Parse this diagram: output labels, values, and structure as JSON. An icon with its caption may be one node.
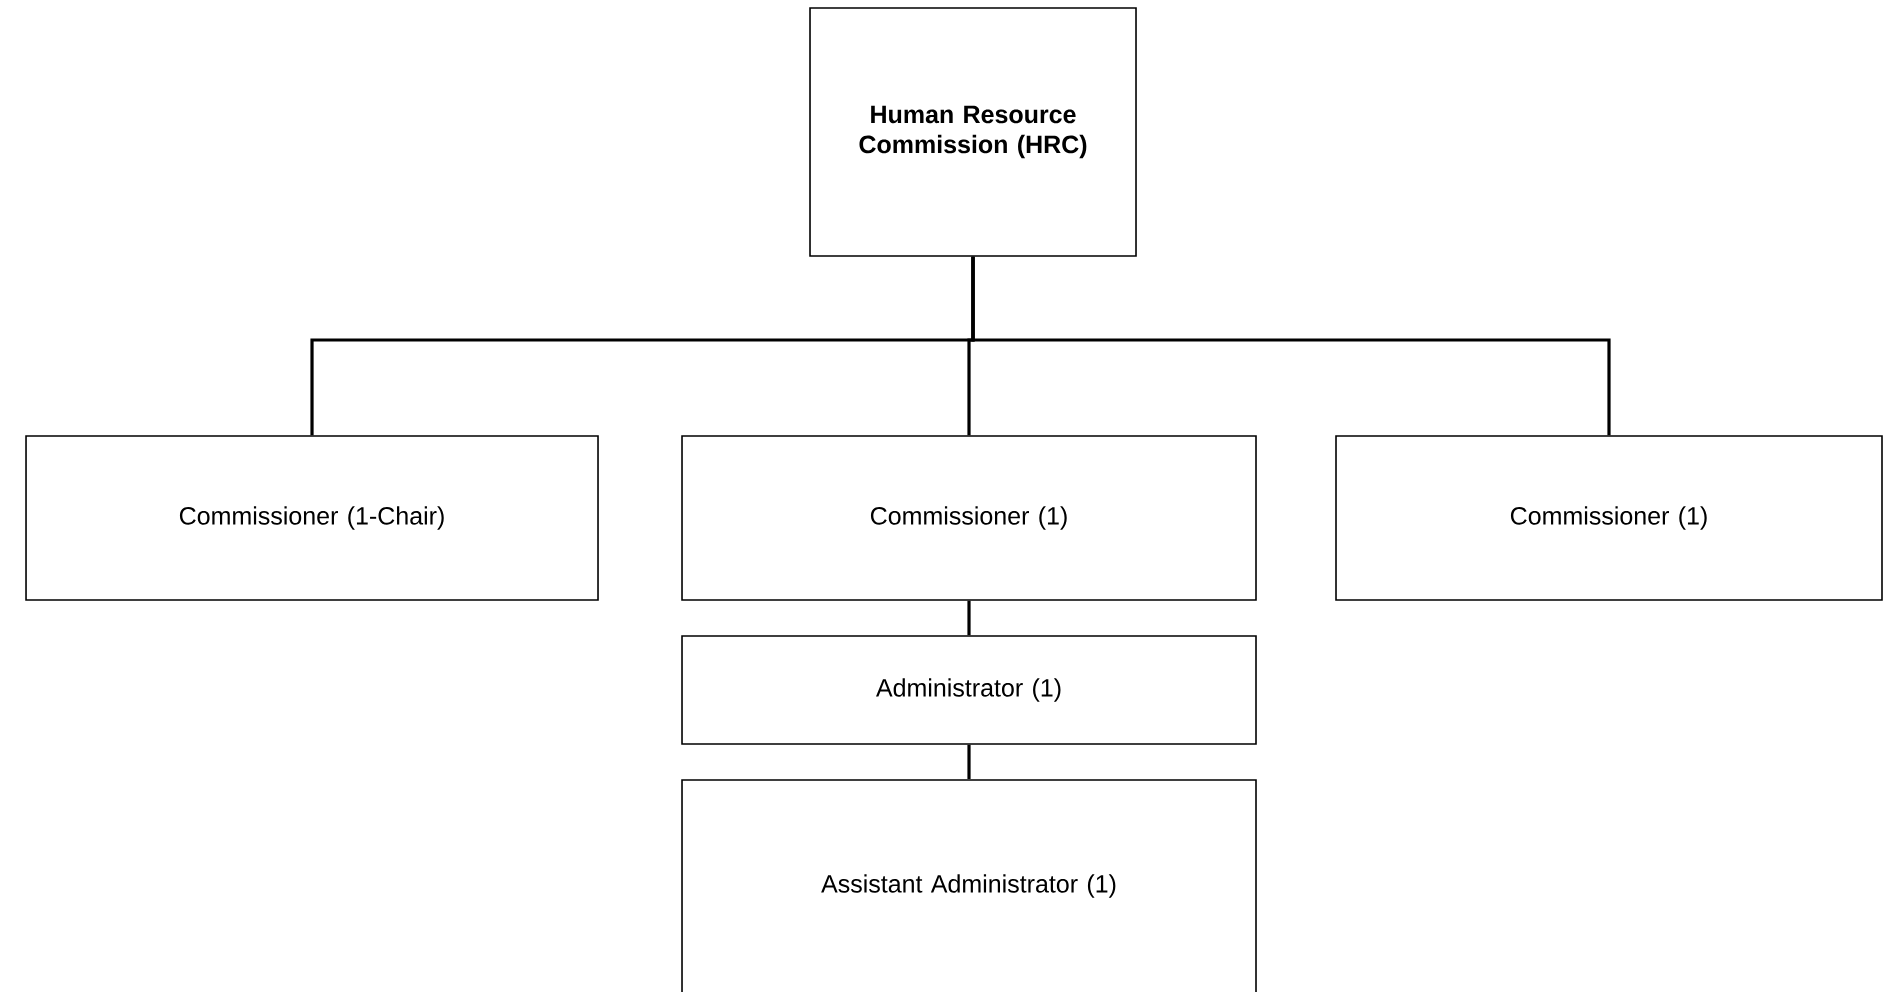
{
  "diagram": {
    "nodes": [
      {
        "text": [
          "Human Resource Commission (HRC)"
        ]
      },
      {
        "text": [
          "Commissioner (1-Chair)"
        ]
      },
      {
        "text": [
          "Commissioner (1)"
        ]
      },
      {
        "text": [
          "Commissioner (1)"
        ]
      },
      {
        "text": [
          "Administrator (1)"
        ]
      },
      {
        "text": [
          "Assistant Administrator (1)"
        ]
      }
    ],
    "edges": [
      {
        "from": 0,
        "to": 1,
        "arrow": "none"
      },
      {
        "from": 0,
        "to": 2,
        "arrow": "none"
      },
      {
        "from": 0,
        "to": 3,
        "arrow": "none"
      },
      {
        "from": 2,
        "to": 4,
        "arrow": "none"
      },
      {
        "from": 4,
        "to": 5,
        "arrow": "none"
      }
    ]
  }
}
